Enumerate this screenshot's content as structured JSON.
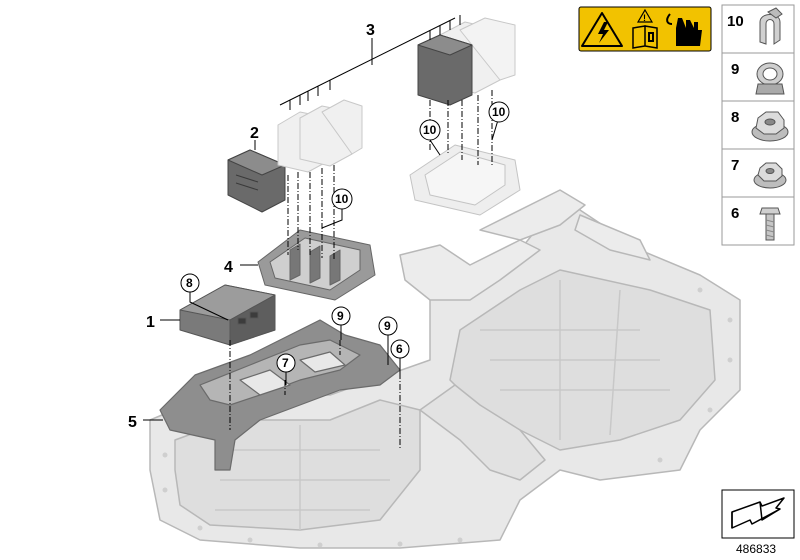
{
  "callouts": {
    "c1": "1",
    "c2": "2",
    "c3": "3",
    "c4": "4",
    "c5": "5",
    "c6": "6",
    "c7": "7",
    "c8": "8",
    "c9a": "9",
    "c9b": "9",
    "c10a": "10",
    "c10b": "10",
    "c10c": "10"
  },
  "legend": {
    "items": [
      "10",
      "9",
      "8",
      "7",
      "6"
    ]
  },
  "reference_number": "486833",
  "colors": {
    "warning_yellow": "#f2c200",
    "housing_fill": "#e6e6e6",
    "housing_stroke": "#b4b4b4",
    "part_dark": "#6e6e6e",
    "part_mid": "#9a9a9a",
    "module_light": "#ececec"
  },
  "icons": [
    "high-voltage-warning-icon",
    "read-manual-icon",
    "insulated-gloves-icon",
    "page-turn-arrow-icon"
  ]
}
